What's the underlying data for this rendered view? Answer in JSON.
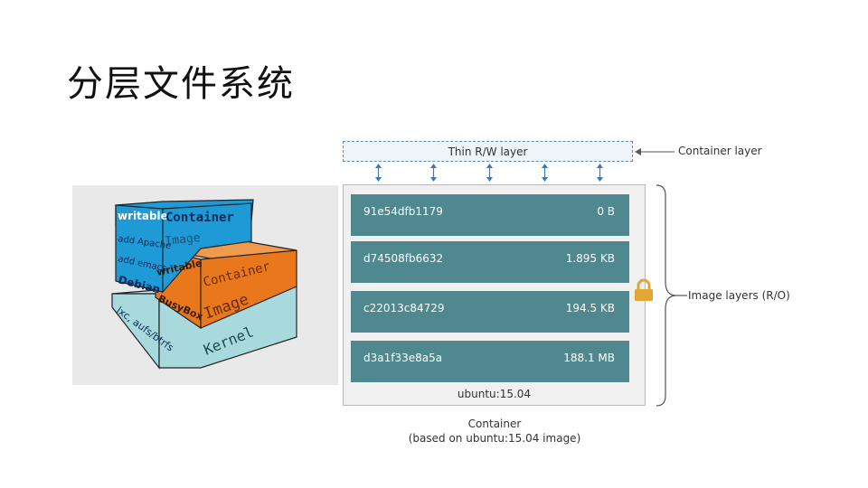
{
  "slide": {
    "title": "分层文件系统"
  },
  "illustration": {
    "blue_stack": [
      "writable",
      "Container",
      "add Apache",
      "Image",
      "add emacs",
      "Debian"
    ],
    "orange_stack": [
      "writable",
      "Container",
      "BusyBox",
      "Image"
    ],
    "base": [
      "lxc, aufs/btrfs",
      "Kernel"
    ],
    "colors": {
      "blue": "#1e9ad6",
      "orange": "#e9771c",
      "cyan": "#a8d9dc"
    }
  },
  "diagram": {
    "rw_layer_label": "Thin R/W layer",
    "container_layer_label": "Container layer",
    "image_layers_label": "Image layers (R/O)",
    "layers": [
      {
        "id": "91e54dfb1179",
        "size": "0 B"
      },
      {
        "id": "d74508fb6632",
        "size": "1.895 KB"
      },
      {
        "id": "c22013c84729",
        "size": "194.5 KB"
      },
      {
        "id": "d3a1f33e8a5a",
        "size": "188.1 MB"
      }
    ],
    "image_name": "ubuntu:15.04",
    "caption_line1": "Container",
    "caption_line2": "(based on ubuntu:15.04 image)",
    "colors": {
      "layer_fill": "#508890",
      "rw_border": "#5b90b5",
      "lock": "#e1a633"
    }
  }
}
